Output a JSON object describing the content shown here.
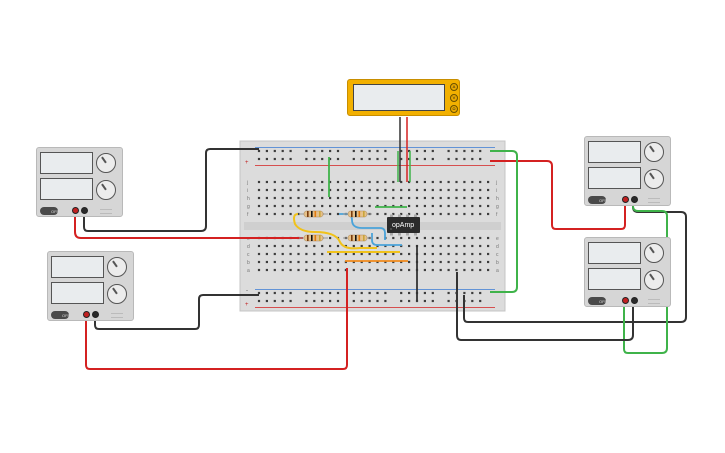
{
  "app": {
    "title": "Tinkercad Circuits - opAmp breadboard"
  },
  "components": {
    "opamp": {
      "label": "opAmp"
    },
    "multimeter": {
      "buttons": [
        "A",
        "V",
        "Ω"
      ]
    }
  },
  "power_supplies": [
    {
      "id": "supply-left-top",
      "toggle_label": "OFF"
    },
    {
      "id": "supply-left-bottom",
      "toggle_label": "OFF"
    },
    {
      "id": "supply-right-top",
      "toggle_label": "OFF"
    },
    {
      "id": "supply-right-bottom",
      "toggle_label": "OFF"
    }
  ],
  "breadboard": {
    "top_row_letters": [
      "j",
      "i",
      "h",
      "g",
      "f"
    ],
    "bottom_row_letters": [
      "e",
      "d",
      "c",
      "b",
      "a"
    ],
    "rail_plus": "+",
    "rail_minus": "-"
  },
  "colors": {
    "wire_red": "#d42121",
    "wire_black": "#333333",
    "wire_green": "#3fb34a",
    "wire_yellow": "#f0c21b",
    "wire_blue": "#4aa3d9",
    "wire_orange": "#f08a1b",
    "multimeter_body": "#f2b000",
    "breadboard": "#dcdcdc"
  }
}
